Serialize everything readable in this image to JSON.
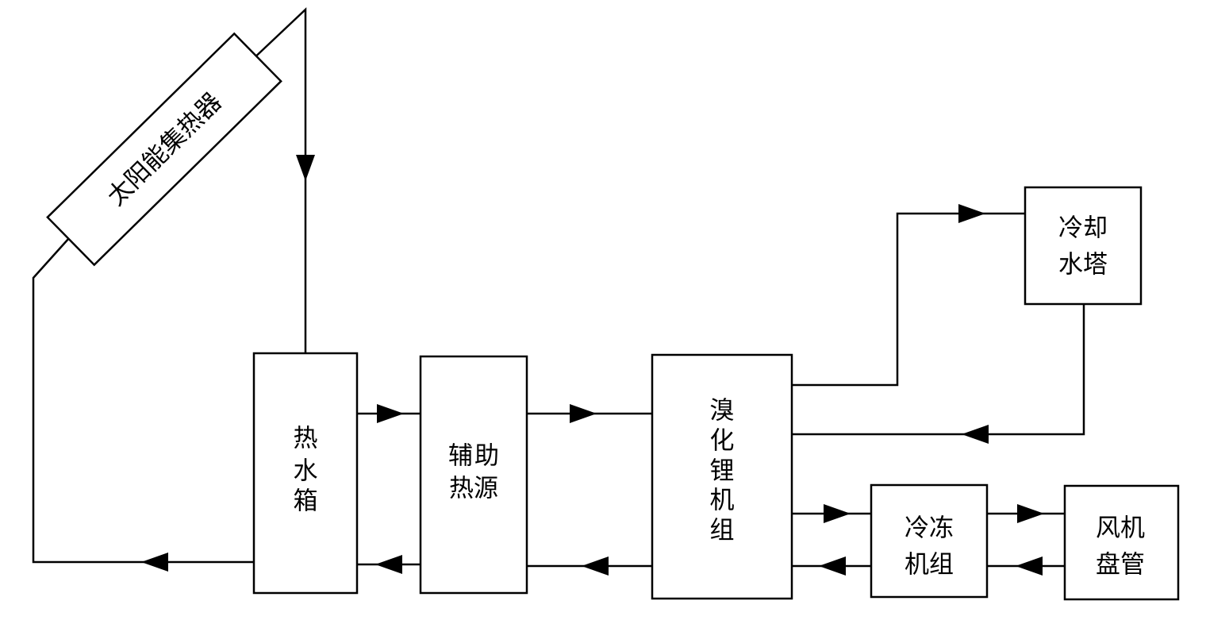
{
  "nodes": {
    "collector": "太阳能集热器",
    "tank": [
      "热",
      "水",
      "箱"
    ],
    "aux": [
      "辅助",
      "热源"
    ],
    "libr": [
      "溴",
      "化",
      "锂",
      "机",
      "组"
    ],
    "cooling_tower": [
      "冷却",
      "水塔"
    ],
    "chiller": [
      "冷冻",
      "机组"
    ],
    "fancoil": [
      "风机",
      "盘管"
    ]
  }
}
